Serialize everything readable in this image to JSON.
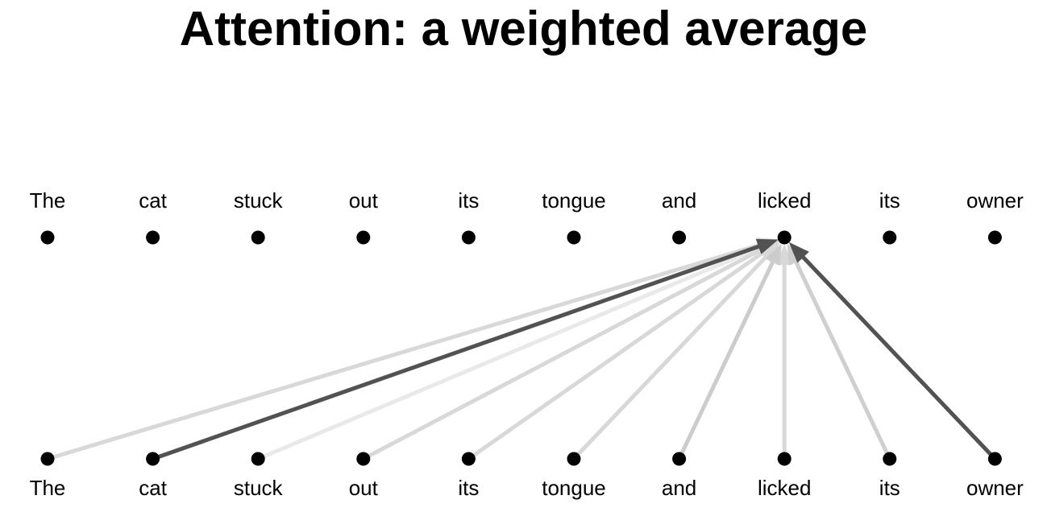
{
  "title": "Attention: a weighted average",
  "tokens_top": [
    "The",
    "cat",
    "stuck",
    "out",
    "its",
    "tongue",
    "and",
    "licked",
    "its",
    "owner"
  ],
  "tokens_bottom": [
    "The",
    "cat",
    "stuck",
    "out",
    "its",
    "tongue",
    "and",
    "licked",
    "its",
    "owner"
  ],
  "query_index": 7,
  "attention_weights": [
    0.15,
    0.92,
    0.05,
    0.15,
    0.15,
    0.15,
    0.22,
    0.15,
    0.2,
    0.92
  ],
  "colors": {
    "dot": "#000000",
    "text": "#000000",
    "strong_arrow": "#444444",
    "weak_arrow": "#f0f0f0"
  }
}
